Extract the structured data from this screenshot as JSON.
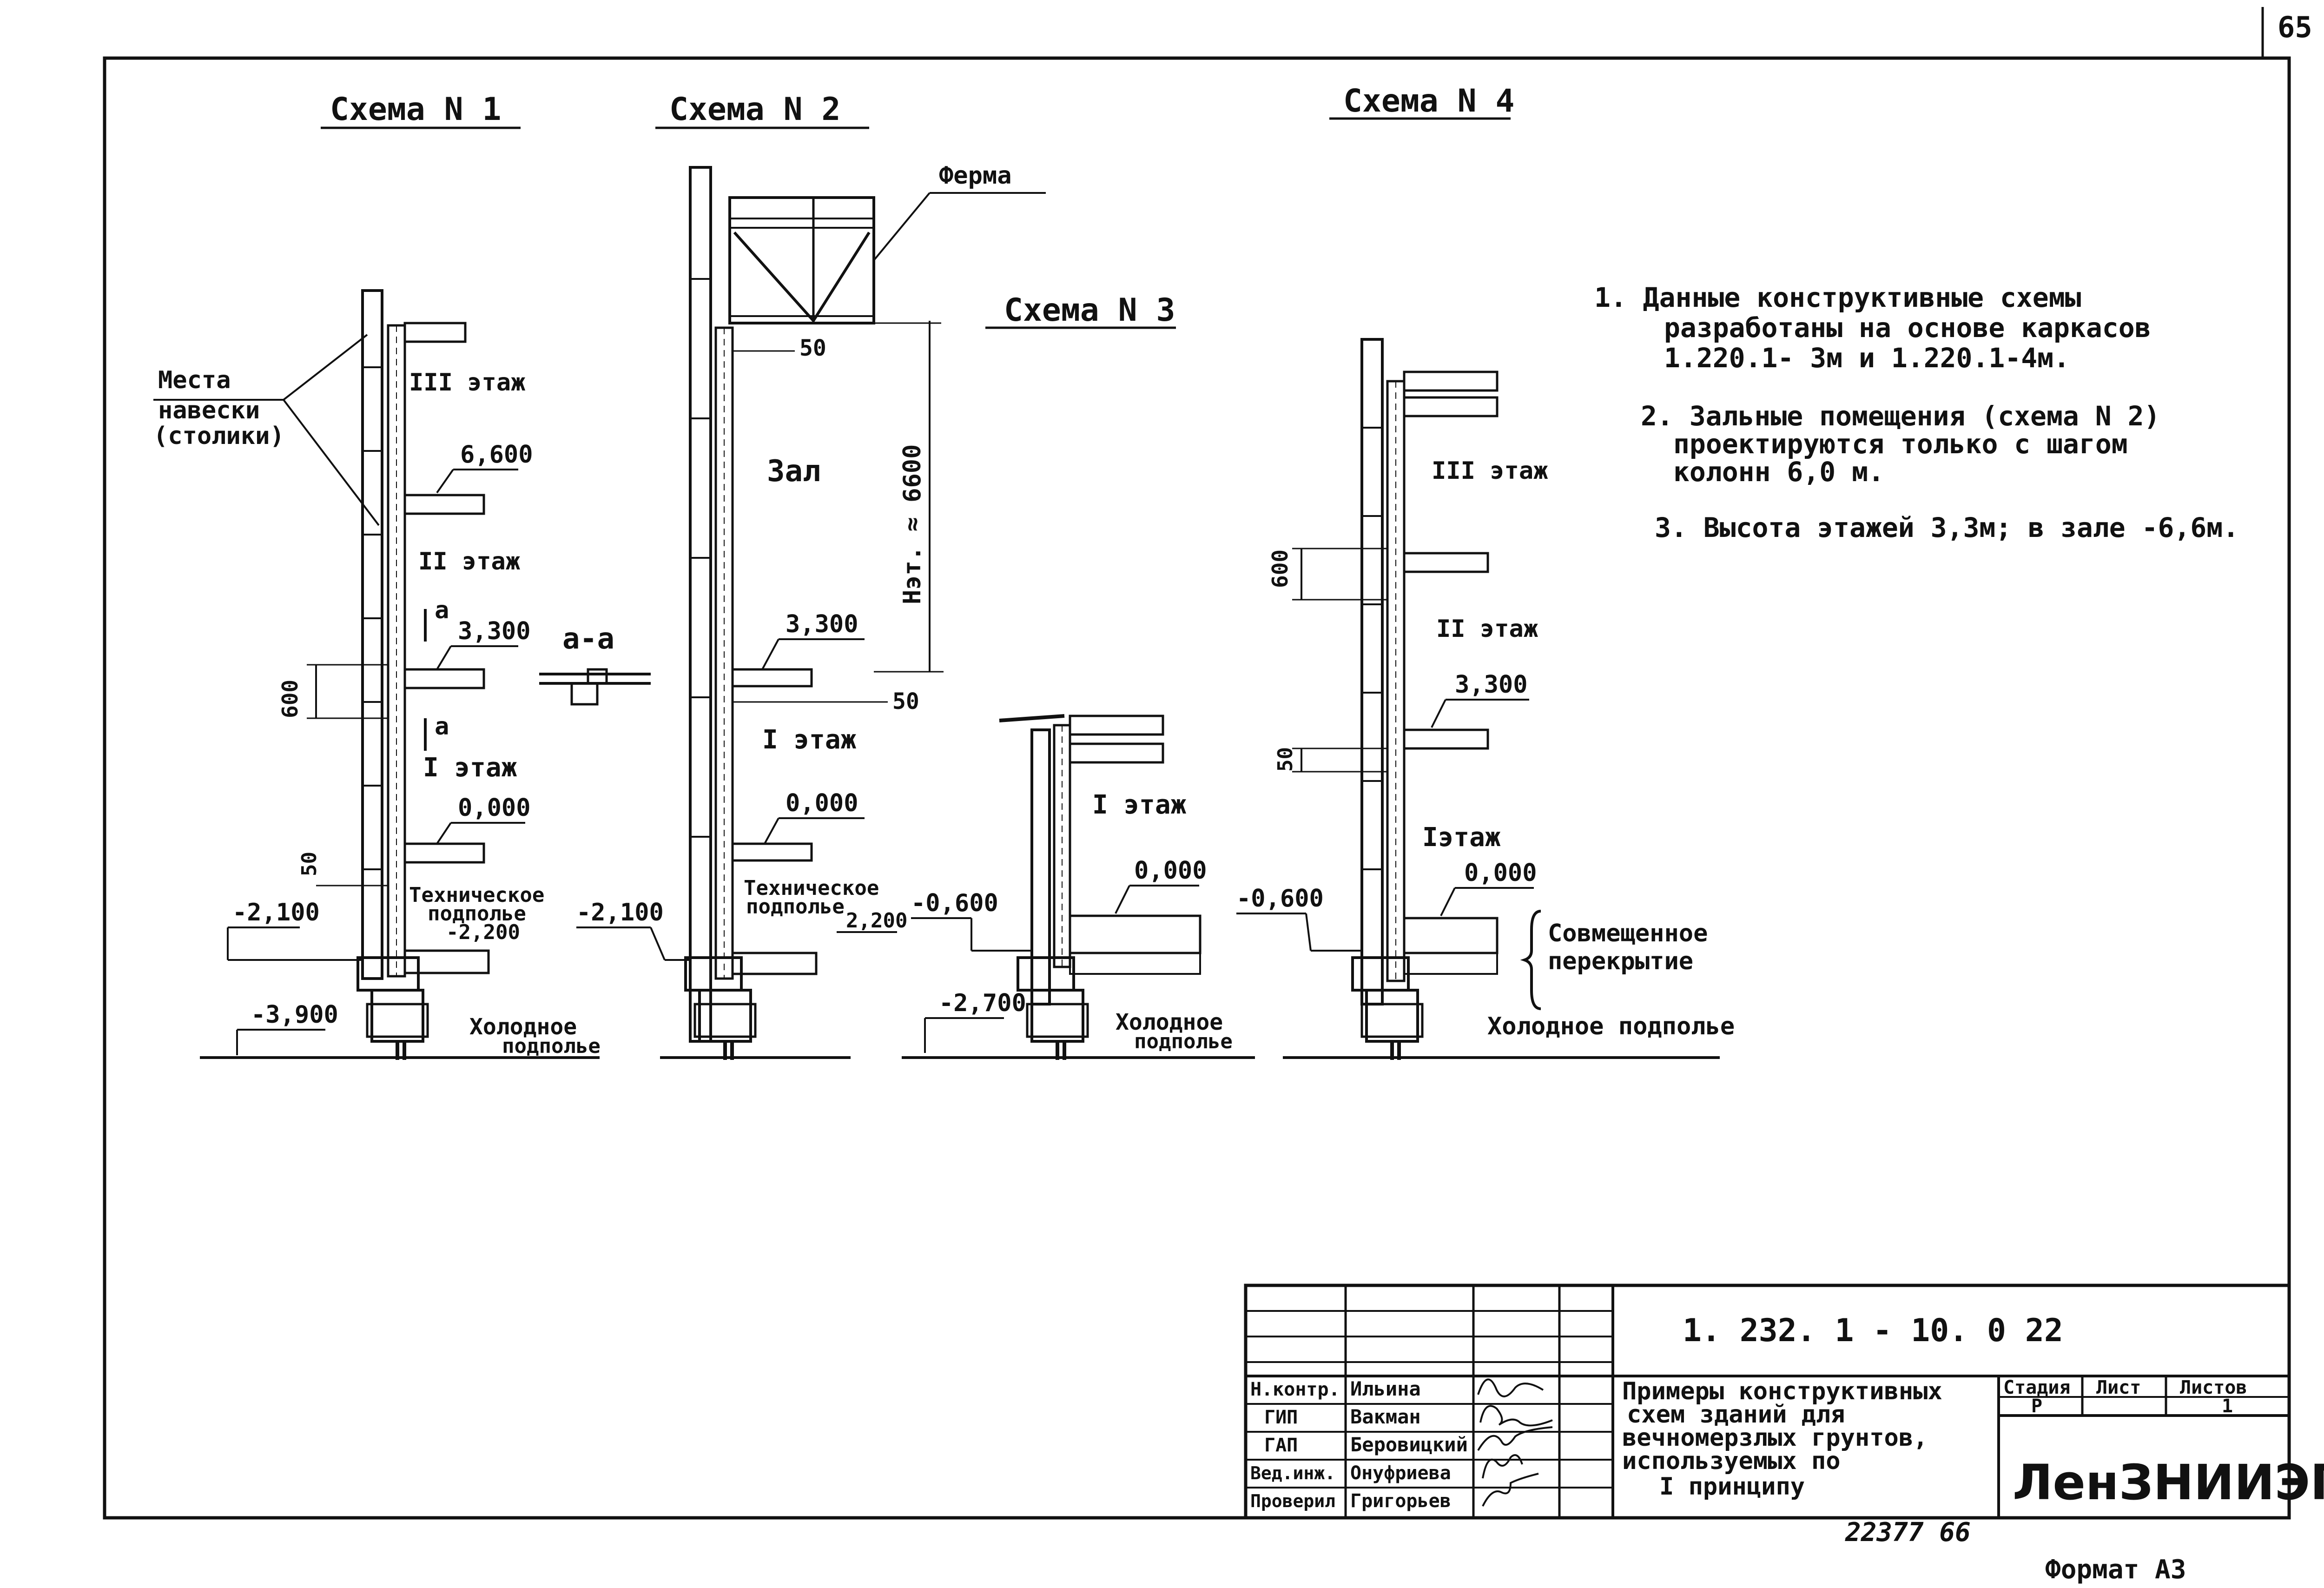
{
  "sheet": {
    "page_number": "65",
    "format_label": "Формат А3",
    "inventory_number": "22377  66"
  },
  "schemes": {
    "s1": {
      "title": "Схема N 1",
      "hang_label_1": "Места",
      "hang_label_2": "навески",
      "hang_label_3": "(столики)",
      "floor3": "III этаж",
      "elev_6600": "6,600",
      "floor2": "II этаж",
      "elev_3300": "3,300",
      "cut_mark_1": "а",
      "cut_mark_2": "а",
      "section_label": "а-а",
      "dim_600": "600",
      "floor1": "I этаж",
      "elev_0000": "0,000",
      "dim_50": "50",
      "tech_label_1": "Техническое",
      "tech_label_2": "подполье",
      "elev_m2200": "-2,200",
      "elev_m2100": "-2,100",
      "elev_m3900": "-3,900",
      "cold_label_1": "Холодное",
      "cold_label_2": "подполье"
    },
    "s2": {
      "title": "Схема N 2",
      "truss_label": "Ферма",
      "dim_50_top": "50",
      "hall_label": "Зал",
      "hall_height": "Нэт. ≈ 6600",
      "elev_3300": "3,300",
      "dim_50_bottom": "50",
      "floor1": "I этаж",
      "elev_0000": "0,000",
      "tech_label_1": "Техническое",
      "tech_label_2": "подполье",
      "elev_m2200": "2,200",
      "elev_m2100": "-2,100"
    },
    "s3": {
      "title": "Схема N 3",
      "floor1": "I этаж",
      "elev_0000": "0,000",
      "elev_m0600": "-0,600",
      "elev_m2700": "-2,700",
      "cold_label_1": "Холодное",
      "cold_label_2": "подполье"
    },
    "s4": {
      "title": "Схема N 4",
      "floor3": "III этаж",
      "dim_600": "600",
      "floor2": "II этаж",
      "elev_3300": "3,300",
      "dim_50": "50",
      "floor1": "Iэтаж",
      "elev_0000": "0,000",
      "elev_m0600": "-0,600",
      "combined_1": "Совмещенное",
      "combined_2": "перекрытие",
      "cold_label": "Холодное подполье"
    }
  },
  "notes": [
    "1. Данные конструктивные схемы",
    "разработаны на основе каркасов",
    "1.220.1- 3м  и  1.220.1-4м.",
    "2. Зальные помещения (схема N 2)",
    "проектируются только с шагом",
    "колонн 6,0 м.",
    "3. Высота этажей 3,3м; в зале -6,6м."
  ],
  "title_block": {
    "doc_code": "1. 232. 1 - 10. 0  22",
    "title_lines": [
      "Примеры конструктивных",
      "схем зданий для",
      "вечномерзлых грунтов,",
      "используемых по",
      "I принципу"
    ],
    "stage_header": "Стадия",
    "sheet_header": "Лист",
    "sheets_header": "Листов",
    "stage_value": "Р",
    "sheet_value": "",
    "sheets_value": "1",
    "organization": "ЛенЗНИИЭП",
    "signatures": [
      {
        "role": "Н.контр.",
        "name": "Ильина"
      },
      {
        "role": "ГИП",
        "name": "Вакман"
      },
      {
        "role": "ГАП",
        "name": "Беровицкий"
      },
      {
        "role": "Вед.инж.",
        "name": "Онуфриева"
      },
      {
        "role": "Проверил",
        "name": "Григорьев"
      }
    ]
  }
}
